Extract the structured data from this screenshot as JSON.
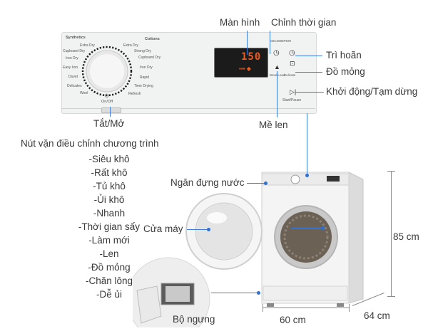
{
  "labels": {
    "display": "Màn hình",
    "time_adjust": "Chỉnh thời gian",
    "delay": "Trì hoãn",
    "delicates": "Đồ mỏng",
    "start_pause": "Khởi động/Tạm dừng",
    "wool": "Mề len",
    "on_off": "Tắt/Mở",
    "knob": "Nút vặn điều chỉnh chương trình",
    "water_tank": "Ngăn đựng nước",
    "door": "Cửa máy",
    "condenser": "Bộ ngưng",
    "width": "60 cm",
    "depth": "64 cm",
    "height": "85 cm"
  },
  "programs": [
    "-Siêu khô",
    "-Rất khô",
    "-Tủ khô",
    "-Ủi khô",
    "-Nhanh",
    "-Thời gian sấy",
    "-Làm mới",
    "-Len",
    "-Đồ mỏng",
    "-Chăn lông",
    "-Dễ ủi"
  ],
  "panel": {
    "display_value": "150",
    "model": "EDC2086PDW",
    "synthetics": "Synthetics",
    "cottons": "Cottons",
    "left_dial": [
      "Extra Dry",
      "Cupboard Dry",
      "Iron Dry",
      "Easy Iron",
      "Duvet",
      "Delicates",
      "Wool"
    ],
    "right_dial": [
      "Extra Dry",
      "Strong Dry",
      "Cupboard Dry",
      "Iron Dry",
      "Rapid",
      "Time Drying",
      "Refresh"
    ],
    "on_off": "On/Off",
    "wool_load": "Wool Load",
    "delicate": "Delicate",
    "start_pause": "Start/Pause"
  },
  "colors": {
    "accent_line": "#3d7bd6",
    "display_digits": "#e85c22",
    "panel_bg": "#f1f2f2"
  }
}
